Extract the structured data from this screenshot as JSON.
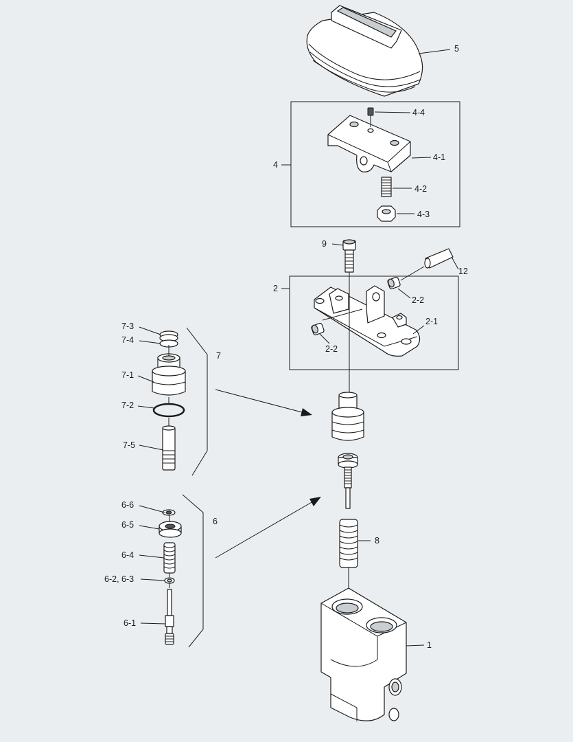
{
  "callouts": {
    "p1": "1",
    "p2": "2",
    "p2_1": "2-1",
    "p2_2a": "2-2",
    "p2_2b": "2-2",
    "p4": "4",
    "p4_1": "4-1",
    "p4_2": "4-2",
    "p4_3": "4-3",
    "p4_4": "4-4",
    "p5": "5",
    "p6": "6",
    "p6_1": "6-1",
    "p6_2_3": "6-2, 6-3",
    "p6_4": "6-4",
    "p6_5": "6-5",
    "p6_6": "6-6",
    "p7": "7",
    "p7_1": "7-1",
    "p7_2": "7-2",
    "p7_3": "7-3",
    "p7_4": "7-4",
    "p7_5": "7-5",
    "p8": "8",
    "p9": "9",
    "p12": "12"
  }
}
